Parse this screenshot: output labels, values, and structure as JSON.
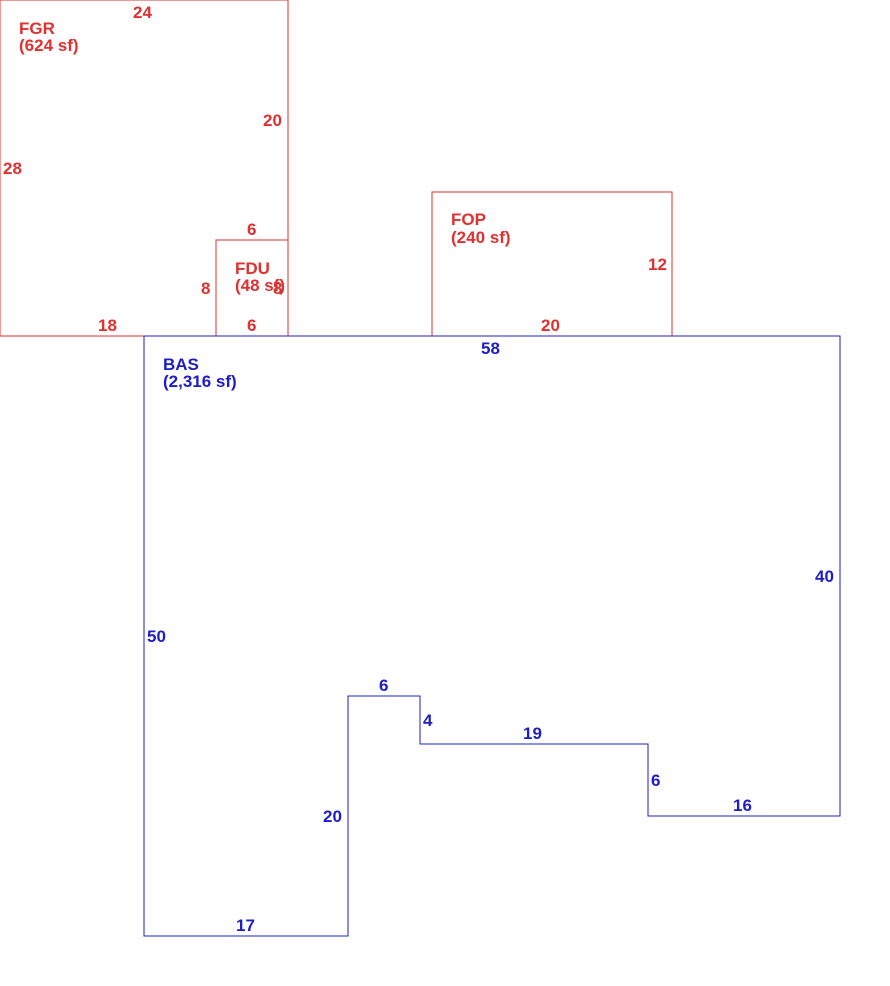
{
  "colors": {
    "addition": "#e03030",
    "base": "#1c1cc8"
  },
  "areas": {
    "fgr": {
      "code": "FGR",
      "area": "(624 sf)",
      "dims": {
        "top": "24",
        "left": "28",
        "right": "20",
        "bottom": "18"
      }
    },
    "fdu": {
      "code": "FDU",
      "area": "(48 sf)",
      "dims": {
        "top": "6",
        "left": "8",
        "right": "8",
        "bottom": "6"
      }
    },
    "fop": {
      "code": "FOP",
      "area": "(240 sf)",
      "dims": {
        "right": "12",
        "bottom": "20"
      }
    },
    "bas": {
      "code": "BAS",
      "area": "(2,316 sf)",
      "dims": {
        "top": "58",
        "right": "40",
        "step_bottom": "16",
        "step_vertical": "6",
        "notch_bottom": "19",
        "notch_vertical": "4",
        "notch_top": "6",
        "inner_vertical": "20",
        "bottom": "17",
        "left": "50"
      }
    }
  }
}
